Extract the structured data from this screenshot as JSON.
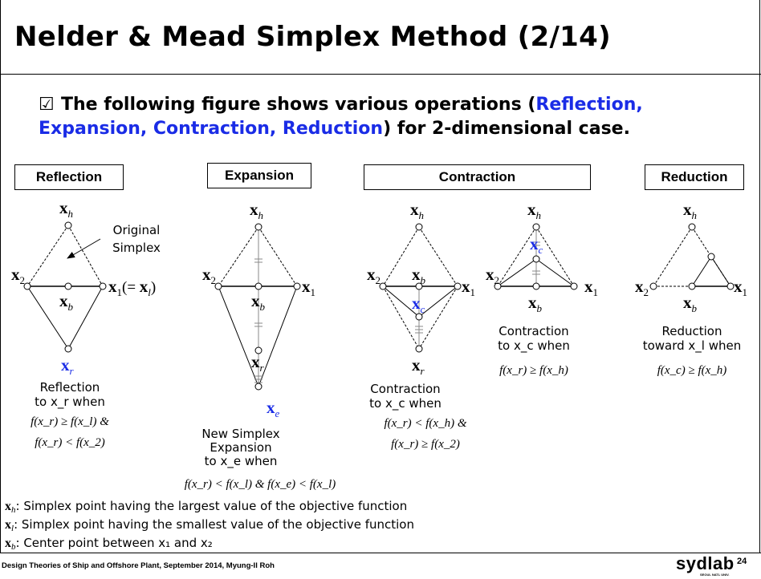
{
  "title": "Nelder & Mead Simplex Method (2/14)",
  "bullet": {
    "check": "☑",
    "text_before": "The following figure shows various operations (",
    "highlight": "Reflection, Expansion, Contraction, Reduction",
    "text_after": ") for 2-dimensional case."
  },
  "sections": {
    "reflection": "Reflection",
    "expansion": "Expansion",
    "contraction": "Contraction",
    "reduction": "Reduction"
  },
  "labels": {
    "original_simplex_1": "Original",
    "original_simplex_2": "Simplex",
    "reflection_caption": [
      "Reflection",
      "to x_r when"
    ],
    "reflection_cond": [
      "f(x_r) ≥ f(x_l) &",
      "f(x_r) < f(x_2)"
    ],
    "expansion_caption": [
      "New Simplex",
      "Expansion",
      "to x_e when"
    ],
    "expansion_cond": "f(x_r) < f(x_l) & f(x_e) < f(x_l)",
    "contraction1_caption": [
      "Contraction",
      "to x_c when"
    ],
    "contraction1_cond": [
      "f(x_r) < f(x_h) &",
      "f(x_r) ≥ f(x_2)"
    ],
    "contraction2_caption": [
      "Contraction",
      "to x_c when"
    ],
    "contraction2_cond": "f(x_r) ≥ f(x_h)",
    "reduction_caption": [
      "Reduction",
      "toward x_l when"
    ],
    "reduction_cond": "f(x_c) ≥ f(x_h)"
  },
  "notes": [
    {
      "sym": "x",
      "sub": "h",
      "text": ": Simplex point having the largest value of the objective function"
    },
    {
      "sym": "x",
      "sub": "l",
      "text": ": Simplex point having the smallest value of the objective function"
    },
    {
      "sym": "x",
      "sub": "b",
      "text": ": Center point between x₁ and x₂"
    }
  ],
  "footer": "Design Theories of Ship and Offshore Plant, September 2014, Myung-Il Roh",
  "logo": "sydlab",
  "logo_sub": "SEOUL NATL UNIV.",
  "page_number": "24",
  "colors": {
    "accent_blue": "#1a2ce6",
    "text": "#000000"
  }
}
